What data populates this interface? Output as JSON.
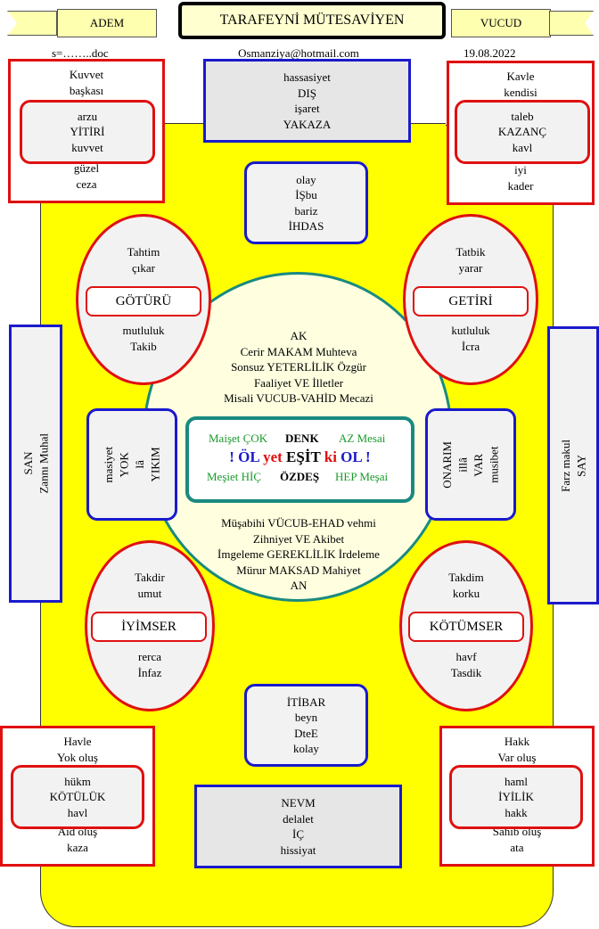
{
  "header": {
    "left_tab": "ADEM",
    "title": "TARAFEYNİ MÜTESAVİYEN",
    "right_tab": "VUCUD",
    "file": "s=……..doc",
    "email": "Osmanziya@hotmail.com",
    "date": "19.08.2022"
  },
  "corners": {
    "top_left": {
      "outer_top": [
        "Kuvvet",
        "başkası"
      ],
      "inner": [
        "arzu",
        "YİTİRİ",
        "kuvvet"
      ],
      "outer_bottom": [
        "güzel",
        "ceza"
      ]
    },
    "top_right": {
      "outer_top": [
        "Kavle",
        "kendisi"
      ],
      "inner": [
        "taleb",
        "KAZANÇ",
        "kavl"
      ],
      "outer_bottom": [
        "iyi",
        "kader"
      ]
    },
    "bottom_left": {
      "outer_top": [
        "Havle",
        "Yok oluş"
      ],
      "inner": [
        "hükm",
        "KÖTÜLÜK",
        "havl"
      ],
      "outer_bottom": [
        "Aid oluş",
        "kaza"
      ]
    },
    "bottom_right": {
      "outer_top": [
        "Hakk",
        "Var oluş"
      ],
      "inner": [
        "haml",
        "İYİLİK",
        "hakk"
      ],
      "outer_bottom": [
        "Sahib oluş",
        "ata"
      ]
    }
  },
  "top_box": [
    "hassasiyet",
    "DIŞ",
    "işaret",
    "YAKAZA"
  ],
  "bottom_box": [
    "NEVM",
    "delalet",
    "İÇ",
    "hissiyat"
  ],
  "upper_mid_box": [
    "olay",
    "İŞbu",
    "bariz",
    "İHDAS"
  ],
  "lower_mid_box": [
    "İTİBAR",
    "beyn",
    "DteE",
    "kolay"
  ],
  "side_left": [
    "SAN",
    "Zannı Muhal"
  ],
  "side_right": [
    "Farz makul",
    "SAY"
  ],
  "ellipses": {
    "upper_left": {
      "top": [
        "Tahtim",
        "çıkar"
      ],
      "label": "GÖTÜRÜ",
      "bottom": [
        "mutluluk",
        "Takib"
      ]
    },
    "upper_right": {
      "top": [
        "Tatbik",
        "yarar"
      ],
      "label": "GETİRİ",
      "bottom": [
        "kutluluk",
        "İcra"
      ]
    },
    "lower_left": {
      "top": [
        "Takdir",
        "umut"
      ],
      "label": "İYİMSER",
      "bottom": [
        "rerca",
        "İnfaz"
      ]
    },
    "lower_right": {
      "top": [
        "Takdim",
        "korku"
      ],
      "label": "KÖTÜMSER",
      "bottom": [
        "havf",
        "Tasdik"
      ]
    }
  },
  "circle": {
    "upper_lines": [
      "AK",
      "Cerir MAKAM Muhteva",
      "Sonsuz YETERLİLİK Özgür",
      "Faaliyet VE İlletler",
      "Misali VUCUB-VAHİD Mecazi"
    ],
    "lower_lines": [
      "Müşabihi VÜCUB-EHAD vehmi",
      "Zihniyet VE Akibet",
      "İmgeleme GEREKLİLİK İrdeleme",
      "Mürur MAKSAD Mahiyet",
      "AN"
    ]
  },
  "center": {
    "row1": {
      "left": "Maişet ÇOK",
      "mid": "DENK",
      "right": "AZ Mesai"
    },
    "row2": {
      "a": "! ÖL",
      "b": "yet",
      "c": "EŞİT",
      "d": "ki",
      "e": "OL !"
    },
    "row3": {
      "left": "Meşiet HİÇ",
      "mid": "ÖZDEŞ",
      "right": "HEP Meşai"
    }
  },
  "left_inner_box": [
    "masiyet",
    "YOK",
    "lâ",
    "YIKIM"
  ],
  "right_inner_box": [
    "ONARIM",
    "illâ",
    "VAR",
    "musibet"
  ],
  "colors": {
    "yellow": "#ffff00",
    "blue": "#1a1acc",
    "red": "#e01010",
    "teal": "#1a8a80",
    "green": "#1a9a2a",
    "circle_fill": "#ffffe0"
  }
}
